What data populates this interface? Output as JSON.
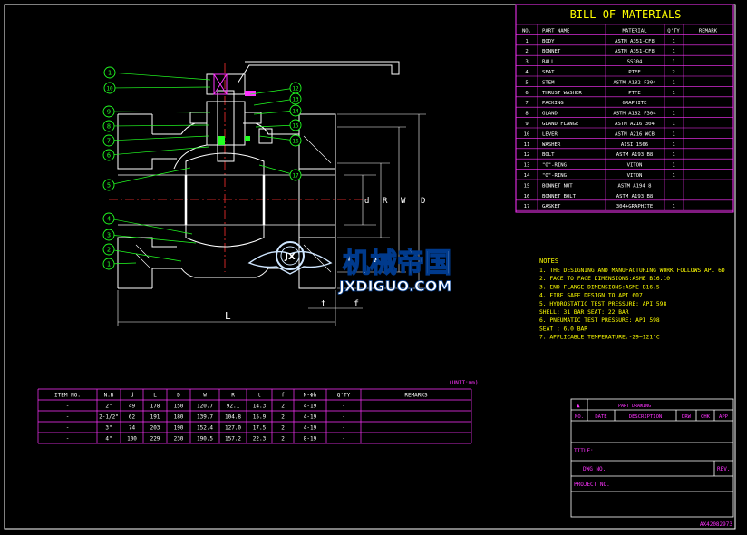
{
  "bom": {
    "title": "BILL OF MATERIALS",
    "headers": [
      "NO.",
      "PART NAME",
      "MATERIAL",
      "Q'TY",
      "REMARK"
    ],
    "rows": [
      [
        "1",
        "BODY",
        "ASTM A351-CF8",
        "1",
        ""
      ],
      [
        "2",
        "BONNET",
        "ASTM A351-CF8",
        "1",
        ""
      ],
      [
        "3",
        "BALL",
        "SS304",
        "1",
        ""
      ],
      [
        "4",
        "SEAT",
        "PTFE",
        "2",
        ""
      ],
      [
        "5",
        "STEM",
        "ASTM A182 F304",
        "1",
        ""
      ],
      [
        "6",
        "THRUST WASHER",
        "PTFE",
        "1",
        ""
      ],
      [
        "7",
        "PACKING",
        "GRAPHITE",
        "",
        ""
      ],
      [
        "8",
        "GLAND",
        "ASTM A182 F304",
        "1",
        ""
      ],
      [
        "9",
        "GLAND FLANGE",
        "ASTM A216 304",
        "1",
        ""
      ],
      [
        "10",
        "LEVER",
        "ASTM A216 WCB",
        "1",
        ""
      ],
      [
        "11",
        "WASHER",
        "AISI 1566",
        "1",
        ""
      ],
      [
        "12",
        "BOLT",
        "ASTM A193 B8",
        "1",
        ""
      ],
      [
        "13",
        "\"O\"-RING",
        "VITON",
        "1",
        ""
      ],
      [
        "14",
        "\"O\"-RING",
        "VITON",
        "1",
        ""
      ],
      [
        "15",
        "BONNET NUT",
        "ASTM A194 8",
        "",
        ""
      ],
      [
        "16",
        "BONNET BOLT",
        "ASTM A193 B8",
        "",
        ""
      ],
      [
        "17",
        "GASKET",
        "304+GRAPHITE",
        "1",
        ""
      ]
    ]
  },
  "notes": {
    "title": "NOTES",
    "lines": [
      "1. THE DESIGNING AND MANUFACTURING WORK FOLLOWS API 6D",
      "2. FACE TO FACE DIMENSIONS:ASME B16.10",
      "3. END FLANGE DIMENSIONS:ASME B16.5",
      "4. FIRE SAFE DESIGN TO  API 607",
      "5. HYDROSTATIC TEST PRESSURE: API 598",
      "   SHELL: 31 BAR       SEAT: 22 BAR",
      "6. PNEUMATIC TEST PRESSURE: API 598",
      "   SEAT : 6.0 BAR",
      "7. APPLICABLE TEMPERATURE:-29~121°C"
    ]
  },
  "dims": {
    "unit": "(UNIT:mm)",
    "headers": [
      "ITEM NO.",
      "N.B",
      "d",
      "L",
      "D",
      "W",
      "R",
      "t",
      "f",
      "N-Φh",
      "Q'TY",
      "REMARKS"
    ],
    "rows": [
      [
        "-",
        "2\"",
        "49",
        "178",
        "150",
        "120.7",
        "92.1",
        "14.3",
        "2",
        "4-19",
        "-",
        ""
      ],
      [
        "-",
        "2-1/2\"",
        "62",
        "191",
        "180",
        "139.7",
        "104.8",
        "15.9",
        "2",
        "4-19",
        "-",
        ""
      ],
      [
        "-",
        "3\"",
        "74",
        "203",
        "190",
        "152.4",
        "127.0",
        "17.5",
        "2",
        "4-19",
        "-",
        ""
      ],
      [
        "-",
        "4\"",
        "100",
        "229",
        "230",
        "190.5",
        "157.2",
        "22.3",
        "2",
        "8-19",
        "-",
        ""
      ]
    ]
  },
  "title_block": {
    "part_drawing": "PART DRAWING",
    "rev_headers": [
      "NO.",
      "DATE",
      "DESCRIPTION",
      "DRW",
      "CHK",
      "APP"
    ],
    "title_label": "TITLE:",
    "dwg_no_label": "DWG NO.",
    "rev_label": "REV.",
    "project_label": "PROJECT NO.",
    "code": "AX42082973"
  },
  "watermark": {
    "chinese": "机械帝国",
    "url": "JXDIGUO.COM",
    "badge": "JX"
  },
  "dim_labels": {
    "L": "L",
    "t": "t",
    "f": "f",
    "d": "d",
    "R": "R",
    "W": "W",
    "D": "D"
  },
  "balloons": [
    "1",
    "10",
    "9",
    "8",
    "7",
    "6",
    "5",
    "4",
    "3",
    "2",
    "1",
    "12",
    "13",
    "14",
    "15",
    "16",
    "17"
  ]
}
